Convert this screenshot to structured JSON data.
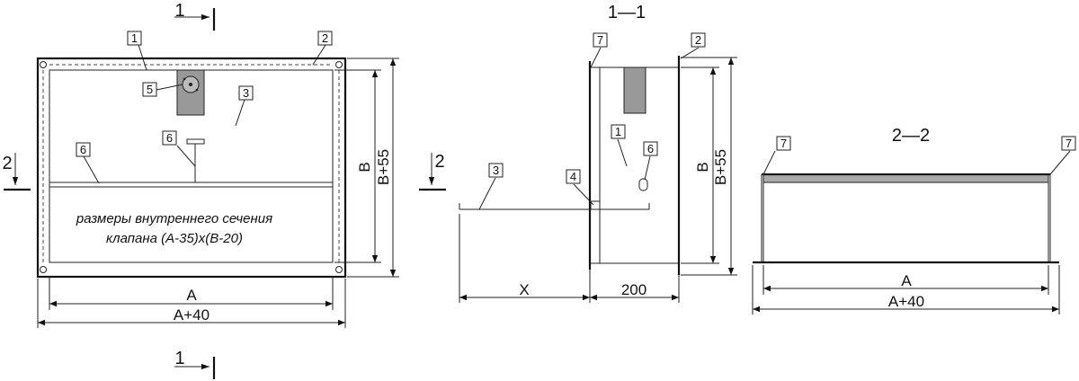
{
  "callouts": {
    "n1": "1",
    "n2": "2",
    "n3": "3",
    "n4": "4",
    "n5": "5",
    "n6": "6",
    "n7": "7"
  },
  "section_marks": {
    "s1": "1",
    "s2": "2",
    "title_11": "1—1",
    "title_22": "2—2"
  },
  "dimensions": {
    "a": "A",
    "a40": "A+40",
    "b": "B",
    "b55": "B+55",
    "x": "X",
    "depth": "200"
  },
  "note": {
    "line1": "размеры внутреннего сечения",
    "line2": "клапана (A-35)x(B-20)"
  }
}
